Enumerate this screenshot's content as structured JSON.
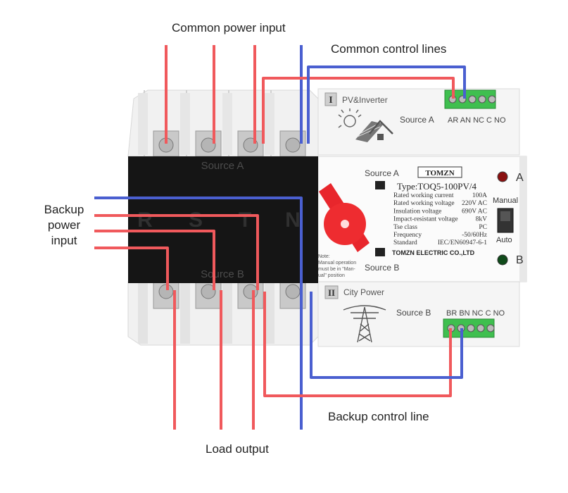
{
  "callouts": {
    "common_power_input": "Common power input",
    "common_control_lines": "Common control lines",
    "backup_power_input_1": "Backup",
    "backup_power_input_2": "power",
    "backup_power_input_3": "input",
    "backup_control_line": "Backup control line",
    "load_output": "Load output"
  },
  "device": {
    "source_a_panel_label": "Source A",
    "source_b_panel_label": "Source B",
    "phase_r": "R",
    "phase_s": "S",
    "phase_t": "T",
    "phase_n": "N",
    "section_1_numeral": "I",
    "section_1_name": "PV&Inverter",
    "section_1_source": "Source A",
    "section_2_numeral": "II",
    "section_2_name": "City Power",
    "section_2_source": "Source B",
    "top_terminals": "AR AN NC C NO",
    "bottom_terminals": "BR BN NC C NO",
    "indicator_a": "A",
    "indicator_b": "B",
    "switch_manual": "Manual",
    "switch_auto": "Auto",
    "window_source_a": "Source A",
    "window_source_b": "Source B",
    "brand": "TOMZN",
    "type_line": "Type:TOQ5-100PV/4",
    "note_line_1": "Note:",
    "note_line_2": "Manual operation",
    "note_line_3": "must be in \"Man-",
    "note_line_4": "ual\" position",
    "maker": "TOMZN ELECTRIC CO.,LTD",
    "specs": [
      {
        "label": "Rated working current",
        "value": "100A"
      },
      {
        "label": "Rated working voltage",
        "value": "220V AC"
      },
      {
        "label": "Insulation voltage",
        "value": "690V AC"
      },
      {
        "label": "Impact-resistant voltage",
        "value": "8kV"
      },
      {
        "label": "Tse class",
        "value": "PC"
      },
      {
        "label": "Frequency",
        "value": "-50/60Hz"
      },
      {
        "label": "Standard",
        "value": "IEC/EN60947-6-1"
      }
    ]
  },
  "colors": {
    "wire_red": "#f0595c",
    "wire_blue": "#4a5fd0",
    "body_white": "#f4f4f4",
    "panel_black": "#151515",
    "terminal_green": "#3fbf4f",
    "knob_red": "#e8262c",
    "led_red": "#8a1010",
    "led_green": "#0f4a1a"
  }
}
